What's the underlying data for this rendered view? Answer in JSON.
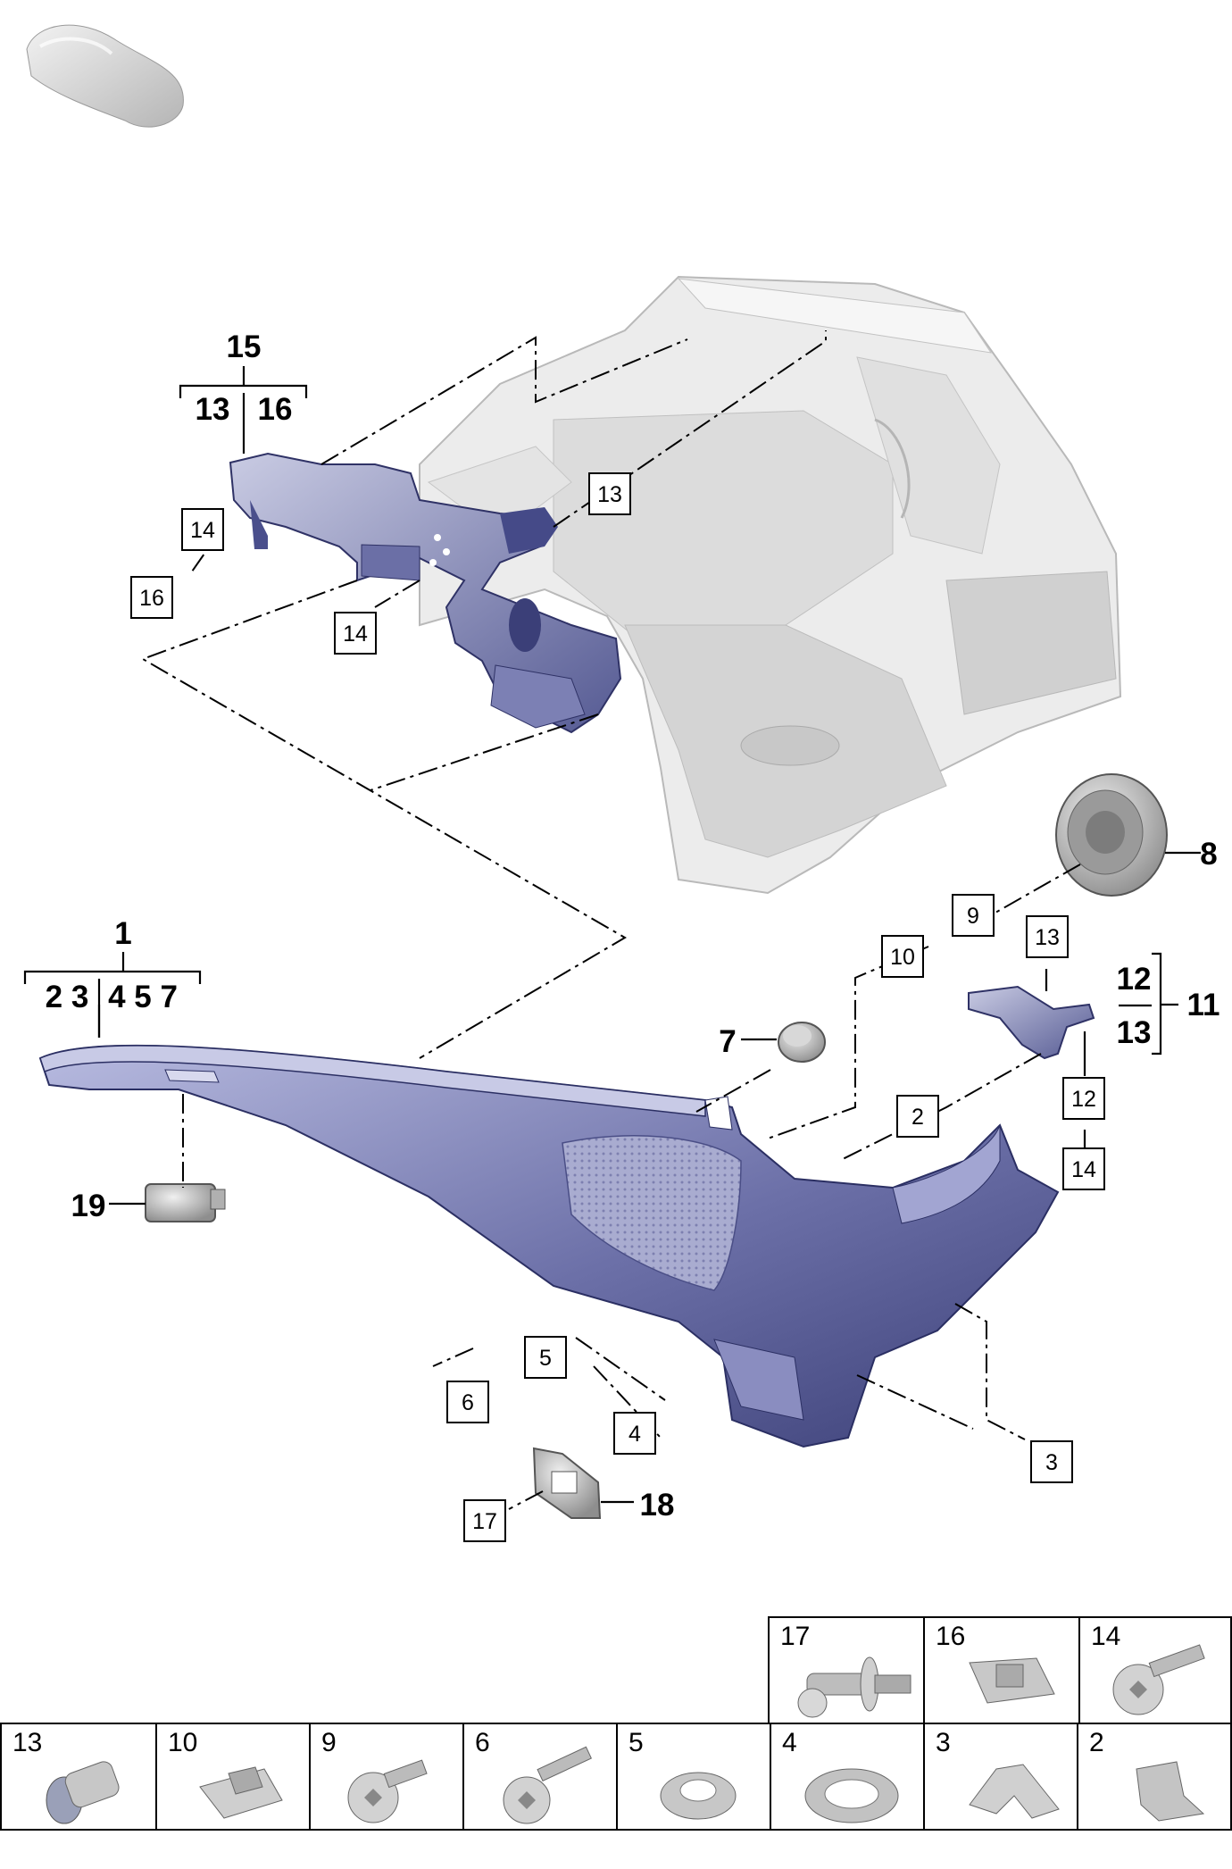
{
  "callouts": {
    "c1": "1",
    "c2": "2",
    "c3": "3",
    "c4": "4",
    "c5": "5",
    "c6": "6",
    "c7": "7",
    "c8": "8",
    "c9": "9",
    "c10": "10",
    "c11": "11",
    "c12a": "12",
    "c12b": "12",
    "c13a": "13",
    "c13b": "13",
    "c13c": "13",
    "c13d": "13",
    "c14a": "14",
    "c14b": "14",
    "c14c": "14",
    "c15": "15",
    "c16a": "16",
    "c16b": "16",
    "c17": "17",
    "c18": "18",
    "c19": "19"
  },
  "group1": {
    "title": "1",
    "left": "2 3",
    "right": "4 5 7"
  },
  "group15": {
    "title": "15",
    "left": "13",
    "right": "16"
  },
  "group11": {
    "title": "11",
    "top": "12",
    "bottom": "13"
  },
  "legend": {
    "top_row": [
      "17",
      "16",
      "14"
    ],
    "bottom_row": [
      "13",
      "10",
      "9",
      "6",
      "5",
      "4",
      "3",
      "2"
    ]
  },
  "colors": {
    "trim": "#5a5f9a",
    "body": "#e3e3e3",
    "parts": "#b6b6b6"
  }
}
